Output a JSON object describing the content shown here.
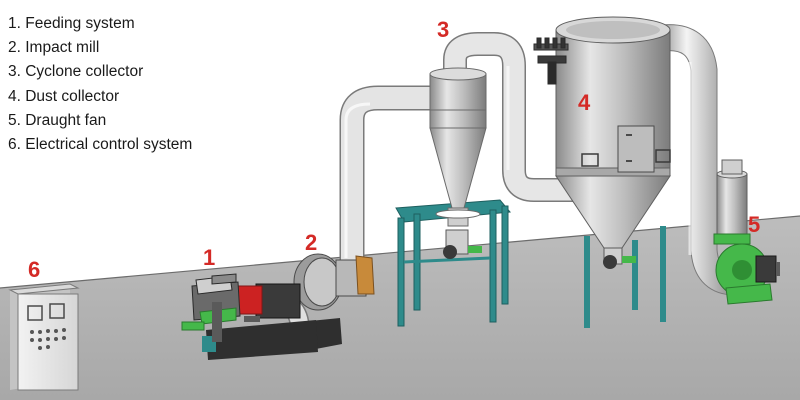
{
  "legend": [
    "1. Feeding system",
    "2. Impact mill",
    "3. Cyclone collector",
    "4. Dust collector",
    "5. Draught fan",
    "6. Electrical control system"
  ],
  "markers": {
    "feeding_system": "1",
    "impact_mill": "2",
    "cyclone_collector": "3",
    "dust_collector": "4",
    "draught_fan": "5",
    "control_cabinet": "6"
  },
  "colors": {
    "marker_red": "#d42a26",
    "floor": "#b2b2b2",
    "pipe": "#e8e8e8",
    "stand": "#2e8b8b",
    "motor": "#3a3a3a",
    "fan_green": "#45b84a",
    "mill_red": "#cc2222"
  }
}
